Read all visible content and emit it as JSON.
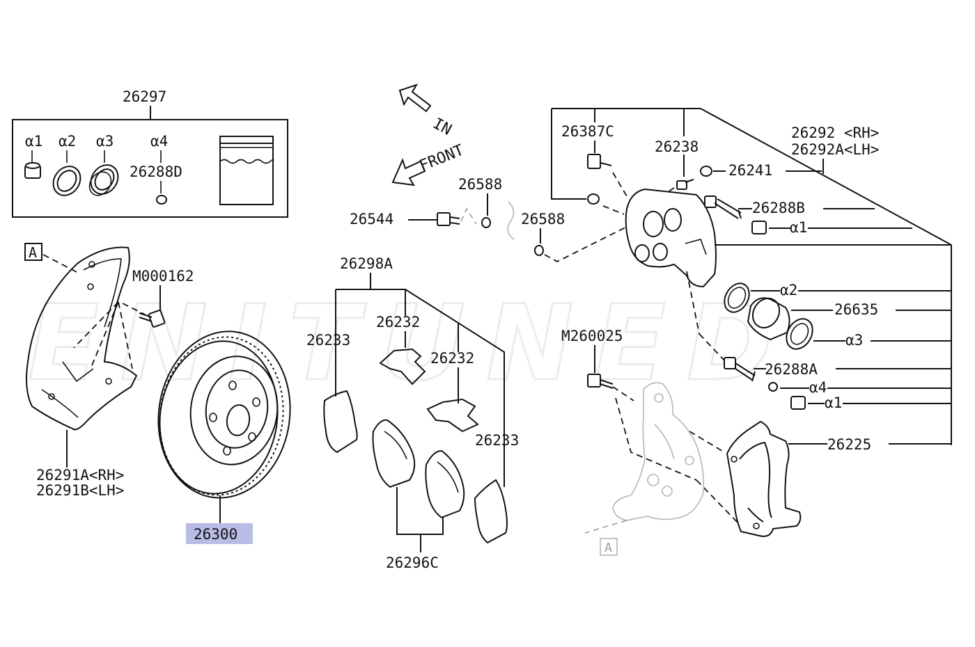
{
  "watermark": "ENITUNED",
  "directions": {
    "in": "IN",
    "front": "FRONT"
  },
  "box_labels": {
    "kit": "26297",
    "a1": "α1",
    "a2": "α2",
    "a3": "α3",
    "a4": "α4",
    "p26288d": "26288D"
  },
  "labels": {
    "ref_a_top": "A",
    "ref_a_bottom": "A",
    "m000162": "M000162",
    "p26291a": "26291A<RH>",
    "p26291b": "26291B<LH>",
    "p26300": "26300",
    "p26298a": "26298A",
    "p26233_left": "26233",
    "p26232_top": "26232",
    "p26232_mid": "26232",
    "p26233_right": "26233",
    "p26296c": "26296C",
    "p26544": "26544",
    "p26588_top": "26588",
    "p26588_right": "26588",
    "p26387c": "26387C",
    "p26238": "26238",
    "p26241": "26241",
    "p26292": "26292 <RH>",
    "p26292a": "26292A<LH>",
    "p26288b": "26288B",
    "a1_upper": "α1",
    "a2_right": "α2",
    "p26635": "26635",
    "a3_right": "α3",
    "m260025": "M260025",
    "p26288a": "26288A",
    "a4_right": "α4",
    "a1_lower": "α1",
    "p26225": "26225"
  },
  "highlight_color": "#b9bce6"
}
